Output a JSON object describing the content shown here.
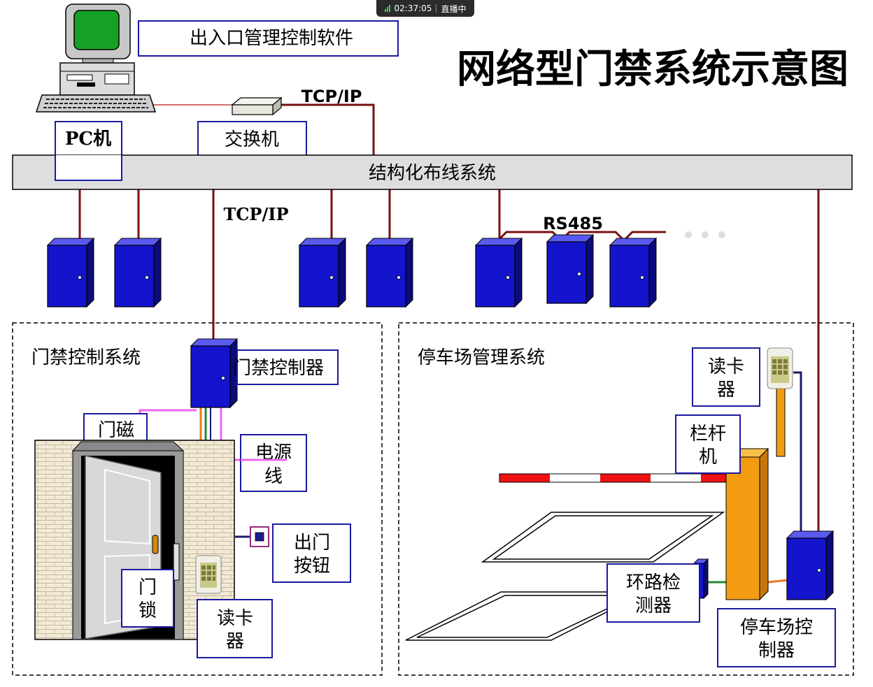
{
  "title": "网络型门禁系统示意图",
  "status_bar": {
    "time": "02:37:05",
    "live": "直播中"
  },
  "labels": {
    "software": "出入口管理控制软件",
    "pc": "PC机",
    "switch": "交换机",
    "tcpip_top": "TCP/IP",
    "tcpip_mid": "TCP/IP",
    "cabling": "结构化布线系统",
    "rs485": "RS485",
    "access_system": "门禁控制系统",
    "access_controller": "门禁控制器",
    "door_magnet": "门磁",
    "power_line": [
      "电源",
      "线"
    ],
    "exit_button": [
      "出门",
      "按钮"
    ],
    "door_lock": [
      "门",
      "锁"
    ],
    "card_reader_door": [
      "读卡",
      "器"
    ],
    "parking_system": "停车场管理系统",
    "card_reader_parking": [
      "读卡",
      "器"
    ],
    "barrier": [
      "栏杆",
      "机"
    ],
    "loop_detector": [
      "环路检",
      "测器"
    ],
    "parking_controller": [
      "停车场控",
      "制器"
    ]
  },
  "colors": {
    "cabinet": "#1414cc",
    "cable": "#7a1010",
    "magenta_wire": "#ee66ee",
    "orange_wire": "#ee7722",
    "green_wire": "#228833",
    "navy_wire": "#1a1a70",
    "barrier_post": "#f39c12",
    "barrier_red": "#ee1111",
    "label_border": "#1a1aa0"
  }
}
